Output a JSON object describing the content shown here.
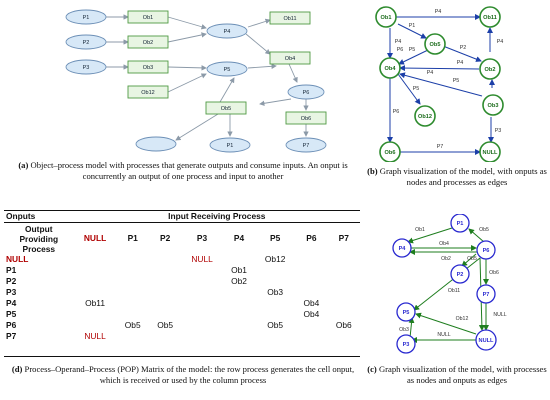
{
  "panel_a": {
    "processes": [
      "P1",
      "P2",
      "P3",
      "P4",
      "P5",
      "P6",
      "P1",
      "P7"
    ],
    "operands": [
      "Ob1",
      "Ob2",
      "Ob3",
      "Ob11",
      "Ob4",
      "Ob12",
      "Ob5",
      "Ob6"
    ],
    "caption_label": "(a)",
    "caption_text": " Object–process model with processes that generate outputs and consume inputs. An onput is concurrently an output of one process and input to another"
  },
  "panel_b": {
    "nodes": [
      "Ob1",
      "Ob11",
      "Ob5",
      "Ob4",
      "Ob2",
      "Ob3",
      "Ob12",
      "Ob6",
      "NULL"
    ],
    "edges": [
      "P4",
      "P1",
      "P4",
      "P6",
      "P5",
      "P2",
      "P4",
      "P4",
      "P5",
      "P5",
      "P4",
      "P6",
      "P3",
      "P7"
    ],
    "caption_label": "(b)",
    "caption_text": " Graph visualization of the model, with onputs as nodes and processes as edges"
  },
  "panel_c": {
    "nodes": [
      "P1",
      "P4",
      "P6",
      "P2",
      "P7",
      "P5",
      "P3",
      "NULL"
    ],
    "edges": [
      "Ob1",
      "Ob5",
      "Ob4",
      "Ob2",
      "Ob5",
      "Ob6",
      "Ob11",
      "Ob3",
      "Ob12",
      "NULL",
      "NULL"
    ],
    "caption_label": "(c)",
    "caption_text": " Graph visualization of the model, with processes as nodes and onputs as edges"
  },
  "table": {
    "corner_top": "Onputs",
    "group_header": "Input Receiving Process",
    "corner_sub": [
      "Output",
      "Providing",
      "Process"
    ],
    "columns": [
      "NULL",
      "P1",
      "P2",
      "P3",
      "P4",
      "P5",
      "P6",
      "P7"
    ],
    "rows": [
      {
        "label": "NULL",
        "cells": [
          "",
          "",
          "",
          "NULL",
          "",
          "Ob12",
          "",
          ""
        ]
      },
      {
        "label": "P1",
        "cells": [
          "",
          "",
          "",
          "",
          "Ob1",
          "",
          "",
          ""
        ]
      },
      {
        "label": "P2",
        "cells": [
          "",
          "",
          "",
          "",
          "Ob2",
          "",
          "",
          ""
        ]
      },
      {
        "label": "P3",
        "cells": [
          "",
          "",
          "",
          "",
          "",
          "Ob3",
          "",
          ""
        ]
      },
      {
        "label": "P4",
        "cells": [
          "Ob11",
          "",
          "",
          "",
          "",
          "",
          "Ob4",
          ""
        ]
      },
      {
        "label": "P5",
        "cells": [
          "",
          "",
          "",
          "",
          "",
          "",
          "Ob4",
          ""
        ]
      },
      {
        "label": "P6",
        "cells": [
          "",
          "Ob5",
          "Ob5",
          "",
          "",
          "Ob5",
          "",
          "Ob6"
        ]
      },
      {
        "label": "P7",
        "cells": [
          "NULL",
          "",
          "",
          "",
          "",
          "",
          "",
          ""
        ]
      }
    ],
    "caption_label": "(d)",
    "caption_text": " Process–Operand–Process (POP) Matrix of the model: the row process generates the cell onput, which is received or used by the column process"
  }
}
